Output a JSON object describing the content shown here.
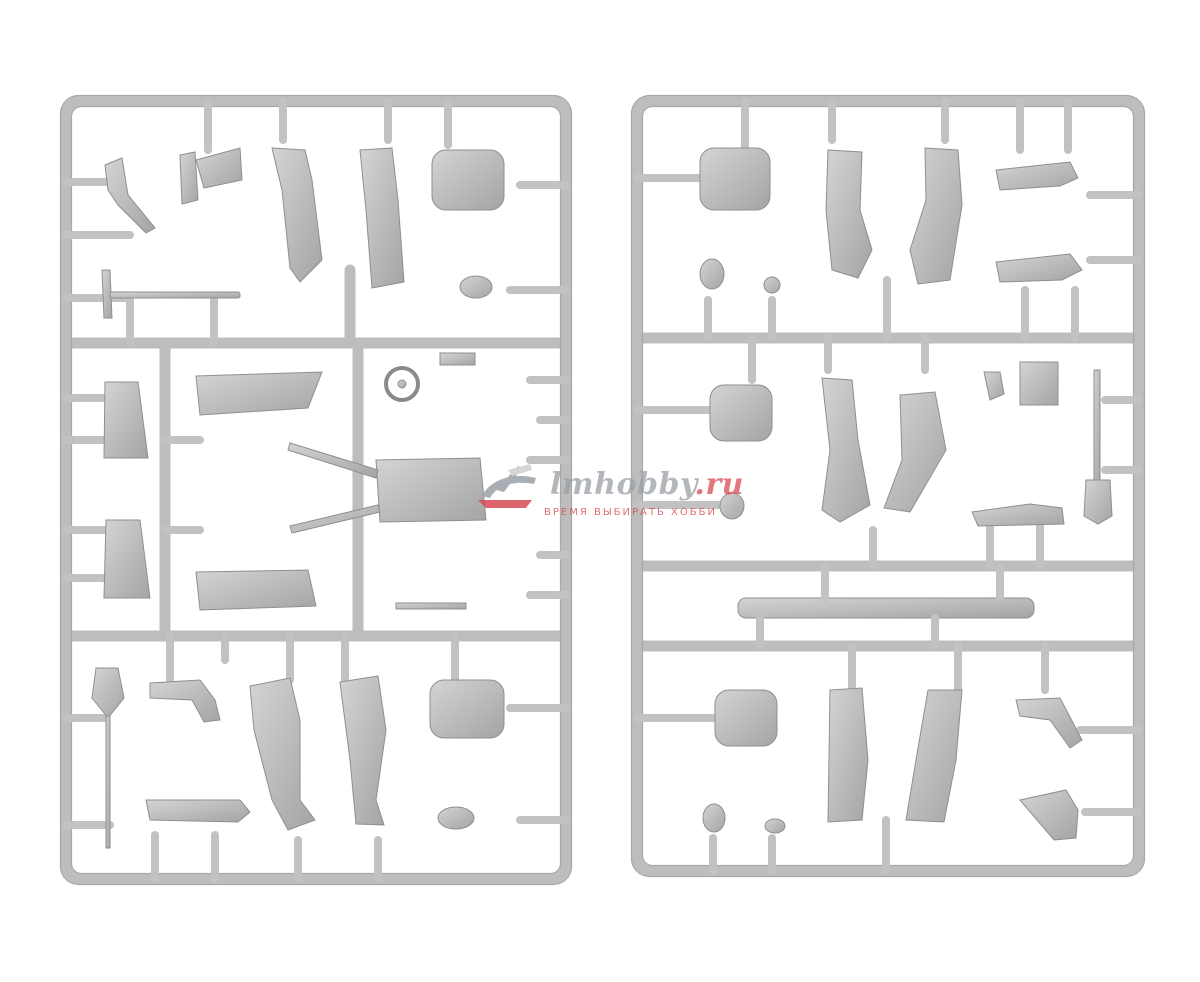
{
  "watermark": {
    "site_main": "lmhobby",
    "site_tld": ".ru",
    "tagline": "ВРЕМЯ ВЫБИРАТЬ ХОББИ",
    "brand_red": "#d94a54",
    "brand_gray": "#9aa0a6"
  },
  "palette": {
    "sprue": "#c9c9c9",
    "sprue_edge": "#a9a9a9",
    "part": "#bdbdbd",
    "part_shade": "#9e9e9e"
  }
}
